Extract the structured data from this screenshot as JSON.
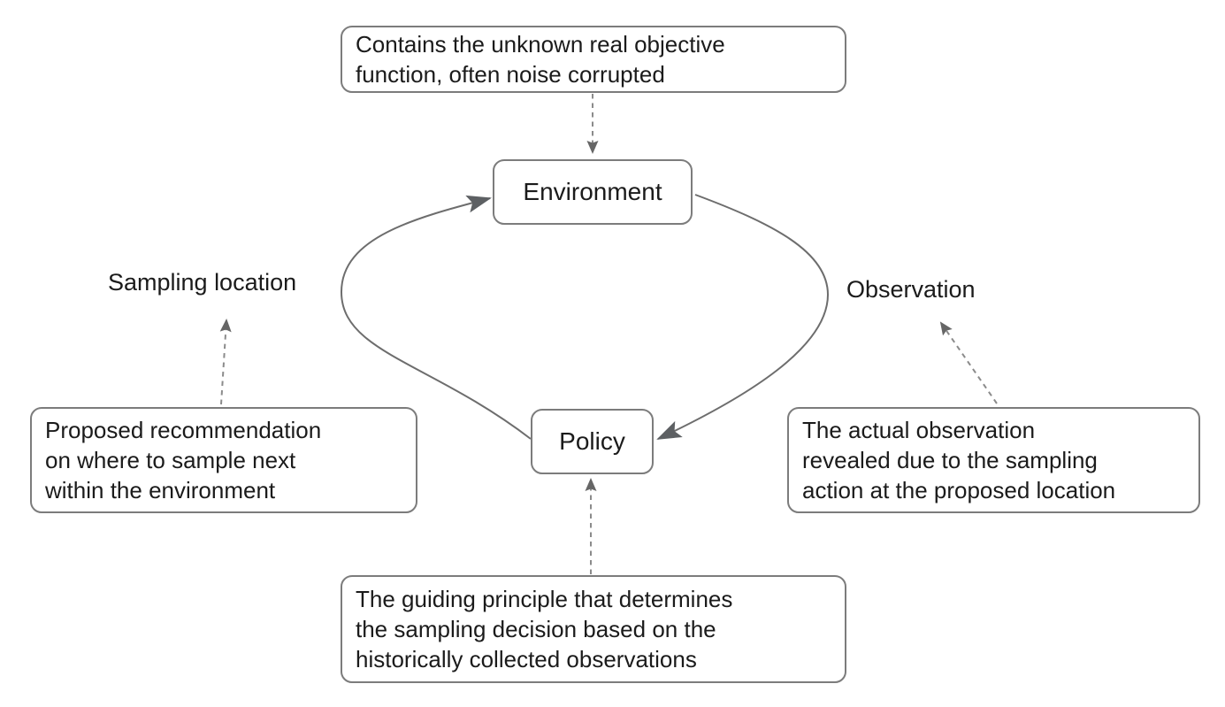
{
  "diagram": {
    "type": "cycle-diagram",
    "background": "#ffffff",
    "colors": {
      "box_border": "#7c7c7c",
      "text": "#1b1b1b",
      "solid_arrow": "#6d6d6d",
      "solid_arrowhead": "#5d6063",
      "dashed_arrow": "#8b8b8b",
      "dashed_arrowhead": "#666666"
    },
    "nodes": [
      {
        "id": "environment",
        "label": "Environment"
      },
      {
        "id": "policy",
        "label": "Policy"
      }
    ],
    "edges": [
      {
        "from": "policy",
        "to": "environment",
        "style": "solid-curve",
        "label": "Sampling location"
      },
      {
        "from": "environment",
        "to": "policy",
        "style": "solid-curve",
        "label": "Observation"
      }
    ],
    "notes": [
      {
        "target": "environment",
        "lines": [
          "Contains the unknown real objective",
          "function, often noise corrupted"
        ]
      },
      {
        "target": "sampling-location",
        "lines": [
          "Proposed recommendation",
          "on where to sample next",
          "within the environment"
        ]
      },
      {
        "target": "observation",
        "lines": [
          "The actual observation",
          "revealed due to the sampling",
          "action at the proposed location"
        ]
      },
      {
        "target": "policy",
        "lines": [
          "The guiding principle that determines",
          "the sampling decision based on the",
          "historically collected observations"
        ]
      }
    ]
  }
}
